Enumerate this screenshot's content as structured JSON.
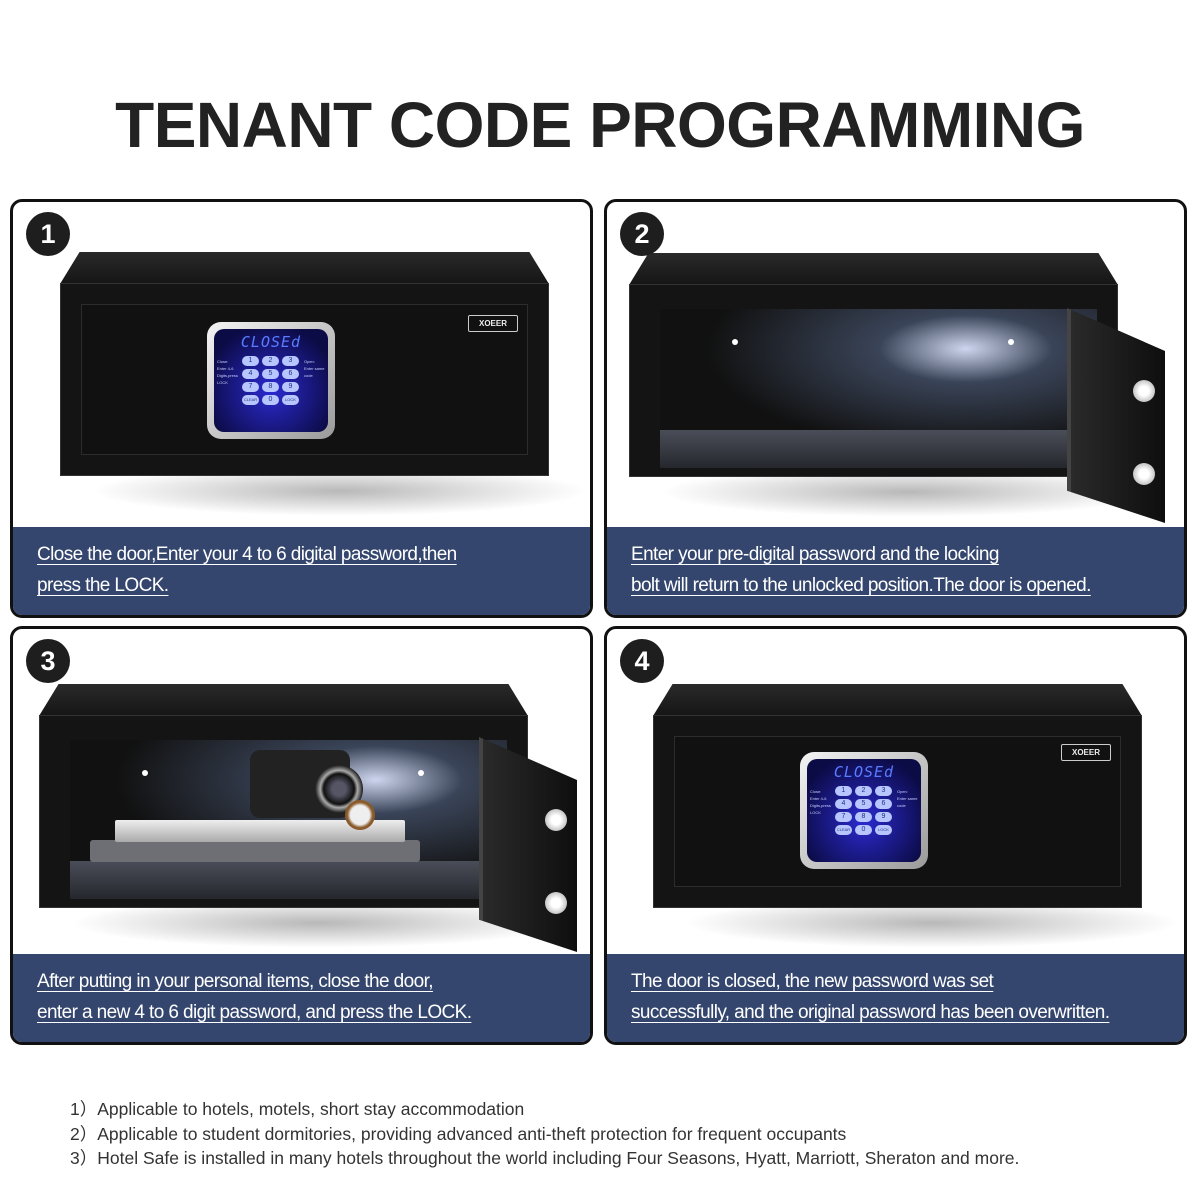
{
  "title": "TENANT CODE PROGRAMMING",
  "keypad": {
    "display": "CLOSEd",
    "keys": [
      "1",
      "2",
      "3",
      "4",
      "5",
      "6",
      "7",
      "8",
      "9",
      "CLEAR",
      "0",
      "LOCK"
    ],
    "left_labels": [
      "Close:",
      "Enter 4-6",
      "Digits,press",
      "LOCK"
    ],
    "right_labels": [
      "Open:",
      "Enter same",
      "code"
    ]
  },
  "brand": "XOEER",
  "steps": [
    {
      "number": "1",
      "lines": [
        "Close the door,Enter your 4 to 6 digital password,then",
        "press the LOCK."
      ]
    },
    {
      "number": "2",
      "lines": [
        "Enter your pre-digital password and the locking",
        "bolt will return to the unlocked position.The door is opened."
      ]
    },
    {
      "number": "3",
      "lines": [
        "After putting in your personal items, close the door,",
        "enter a new 4 to 6 digit password, and press the LOCK."
      ]
    },
    {
      "number": "4",
      "lines": [
        "The door is closed, the new password was set",
        "successfully, and the original password has been overwritten."
      ]
    }
  ],
  "notes": [
    "1）Applicable to hotels, motels, short stay accommodation",
    "2）Applicable to student dormitories, providing advanced anti-theft protection for frequent occupants",
    "3）Hotel Safe is installed in many hotels throughout the world including Four Seasons, Hyatt, Marriott, Sheraton and more."
  ],
  "colors": {
    "caption_bg": "#34466e",
    "title": "#222222",
    "keypad_blue": "#2c2ad0"
  }
}
